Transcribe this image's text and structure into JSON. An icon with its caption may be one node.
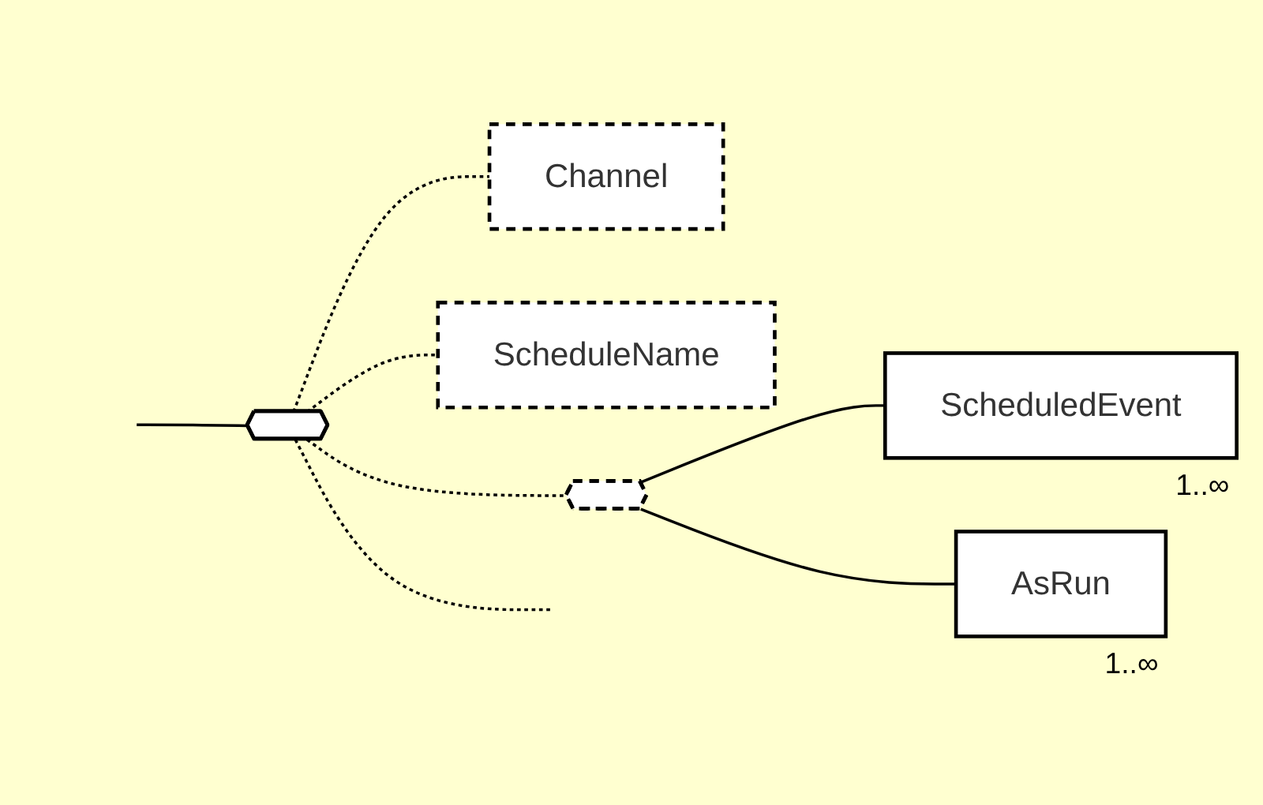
{
  "diagram": {
    "nodes": [
      {
        "text": [],
        "shape": "hexagon"
      },
      {
        "text": [
          "Channel"
        ]
      },
      {
        "text": [
          "ScheduleName"
        ]
      },
      {
        "text": [],
        "shape": "hexagon"
      },
      {
        "text": [
          "ScheduledEvent"
        ],
        "beside": [
          "1..∞"
        ]
      },
      {
        "text": [
          "AsRun"
        ],
        "beside": [
          "1..∞"
        ]
      }
    ],
    "edges": [
      {
        "from": null,
        "to": 0,
        "arrow": "none"
      },
      {
        "from": 0,
        "to": 1,
        "arrow": "none",
        "style": "dashed"
      },
      {
        "from": 0,
        "to": 2,
        "arrow": "none",
        "style": "dashed"
      },
      {
        "from": 0,
        "to": 3,
        "arrow": "none",
        "style": "dashed"
      },
      {
        "from": 0,
        "to": null,
        "arrow": "none",
        "style": "dashed"
      },
      {
        "from": 3,
        "to": 4,
        "arrow": "none"
      },
      {
        "from": 3,
        "to": 5,
        "arrow": "none"
      }
    ]
  }
}
